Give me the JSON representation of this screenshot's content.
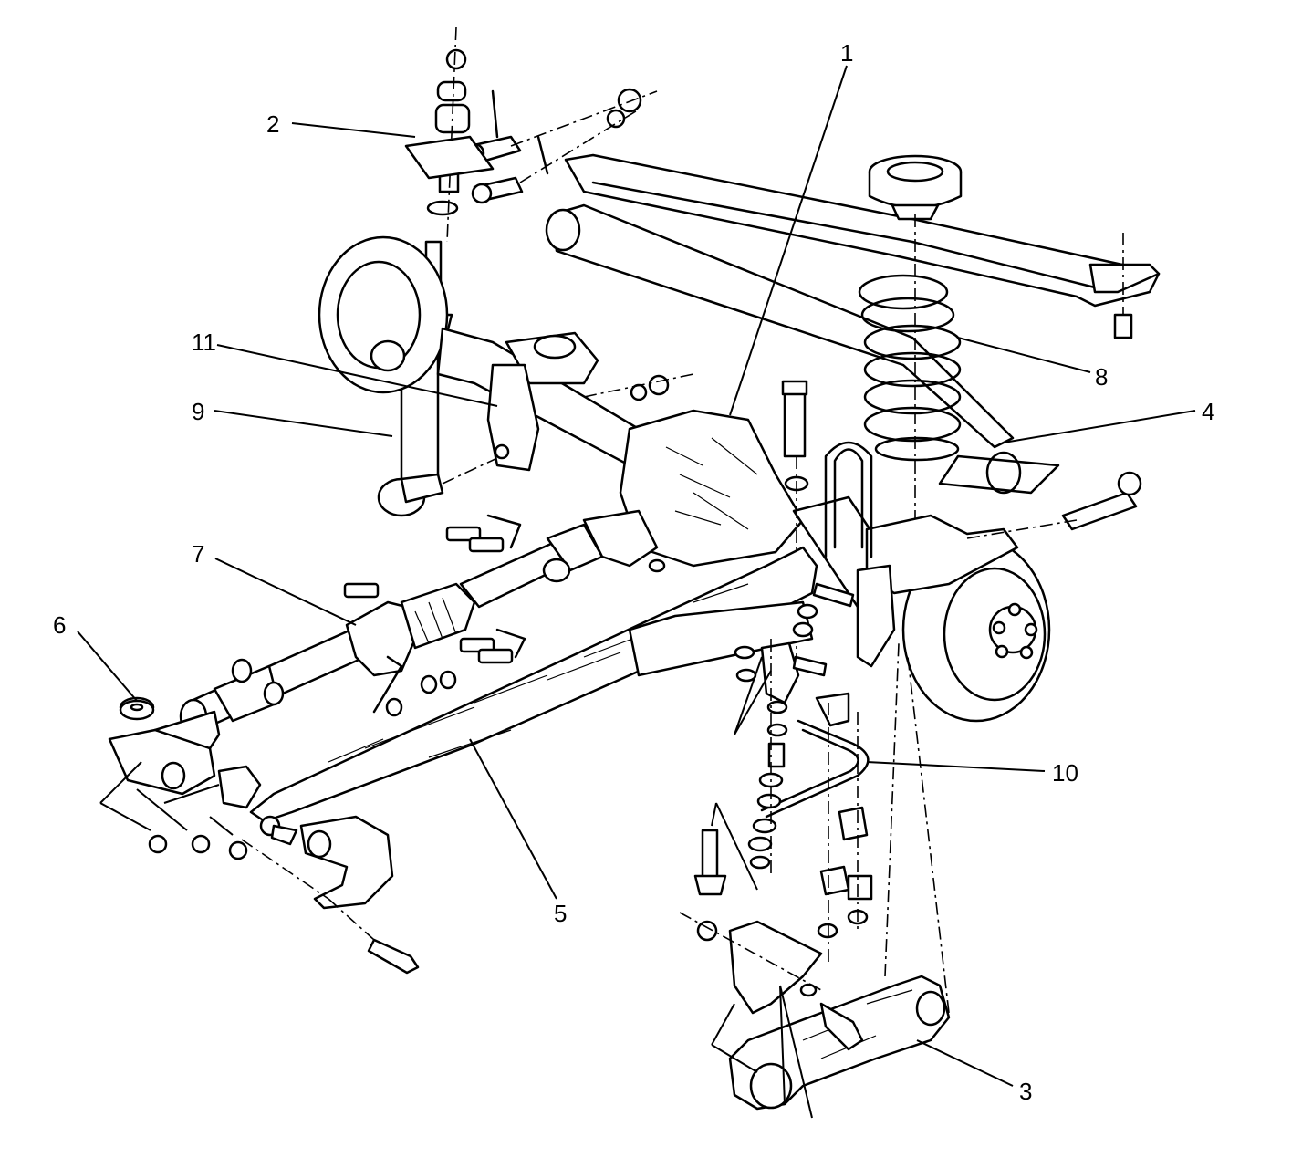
{
  "callouts": [
    {
      "label": "1"
    },
    {
      "label": "2"
    },
    {
      "label": "3"
    },
    {
      "label": "4"
    },
    {
      "label": "5"
    },
    {
      "label": "6"
    },
    {
      "label": "7"
    },
    {
      "label": "8"
    },
    {
      "label": "9"
    },
    {
      "label": "10"
    },
    {
      "label": "11"
    }
  ]
}
